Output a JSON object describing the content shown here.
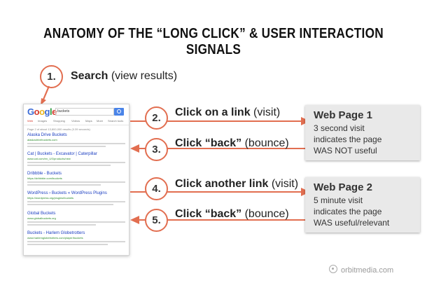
{
  "title": "ANATOMY OF THE “LONG CLICK” & USER INTERACTION SIGNALS",
  "colors": {
    "accent": "#e26e50",
    "box_bg": "#e9e9e9"
  },
  "steps": [
    {
      "number": "1.",
      "action": "Search",
      "detail": " (view results)"
    },
    {
      "number": "2.",
      "action": "Click on a link",
      "detail": " (visit)"
    },
    {
      "number": "3.",
      "action": "Click “back”",
      "detail": " (bounce)"
    },
    {
      "number": "4.",
      "action": "Click another link",
      "detail": " (visit)"
    },
    {
      "number": "5.",
      "action": "Click “back”",
      "detail": " (bounce)"
    }
  ],
  "pages": [
    {
      "title": "Web Page 1",
      "lines": [
        "3 second visit",
        "indicates the page",
        "WAS NOT useful"
      ]
    },
    {
      "title": "Web Page 2",
      "lines": [
        "5 minute visit",
        "indicates the page",
        "WAS useful/relevant"
      ]
    }
  ],
  "serp": {
    "logo": "Google",
    "query": "buckets",
    "tabs": [
      "Web",
      "Images",
      "Shopping",
      "Videos",
      "Maps",
      "More",
      "Search tools"
    ],
    "result_count": "Page 2 of about 13,800,000 results (0.39 seconds)",
    "results": [
      {
        "title": "Alaska Drive Buckets",
        "url": "alaskadrivebuckets.com"
      },
      {
        "title": "Cat | Buckets - Excavator | Caterpillar",
        "url": "www.cat.com/en_US/products/new"
      },
      {
        "title": "Dribbble - Buckets",
        "url": "https://dribbble.com/buckets"
      },
      {
        "title": "WordPress › Buckets « WordPress Plugins",
        "url": "https://wordpress.org/plugins/buckets"
      },
      {
        "title": "Global Buckets",
        "url": "www.globalbuckets.org"
      },
      {
        "title": "Buckets - Harlem Globetrotters",
        "url": "www.harlemglobetrotters.com/player/buckets"
      }
    ]
  },
  "brand": "orbitmedia.com"
}
